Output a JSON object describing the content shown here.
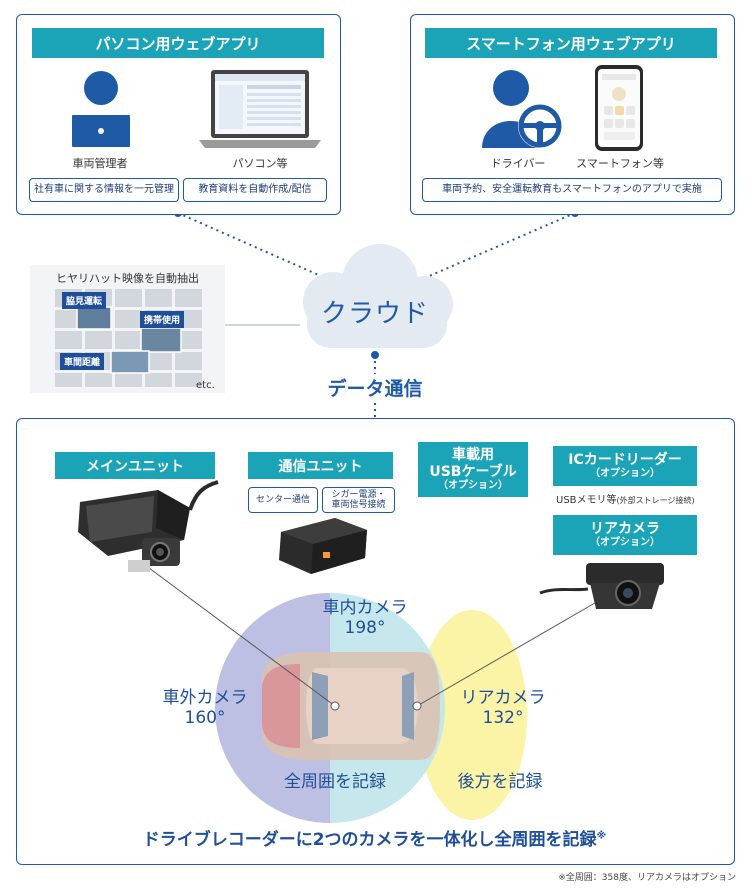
{
  "pc_app": {
    "title": "パソコン用ウェブアプリ",
    "manager_label": "車両管理者",
    "device_label": "パソコン等",
    "feature1": "社有車に関する情報を一元管理",
    "feature2": "教育資料を自動作成/配信"
  },
  "sp_app": {
    "title": "スマートフォン用ウェブアプリ",
    "driver_label": "ドライバー",
    "device_label": "スマートフォン等",
    "feature": "車両予約、安全運転教育もスマートフォンのアプリで実施"
  },
  "hiyari": {
    "title": "ヒヤリハット映像を自動抽出",
    "tag1": "脇見運転",
    "tag2": "携帯使用",
    "tag3": "車間距離",
    "etc": "etc."
  },
  "cloud": {
    "label": "クラウド",
    "data_comm": "データ通信"
  },
  "units": {
    "main_unit": "メインユニット",
    "comm_unit": "通信ユニット",
    "center_comm": "センター通信",
    "cigar_line1": "シガー電源・",
    "cigar_line2": "車両信号接続",
    "usb_line1": "車載用",
    "usb_line2": "USBケーブル",
    "usb_option": "（オプション）",
    "ic_reader": "ICカードリーダー",
    "ic_option": "（オプション）",
    "usb_memory": "USBメモリ等",
    "usb_memory_note": "(外部ストレージ接続)",
    "rear_camera": "リアカメラ",
    "rear_option": "（オプション）"
  },
  "cameras": {
    "inside_label": "車内カメラ",
    "inside_angle": "198°",
    "outside_label": "車外カメラ",
    "outside_angle": "160°",
    "rear_label": "リアカメラ",
    "rear_angle": "132°",
    "record_all": "全周囲を記録",
    "record_rear": "後方を記録"
  },
  "headline": "ドライブレコーダーに2つのカメラを一体化し全周囲を記録",
  "headline_mark": "※",
  "footnote": "※全周囲：358度、リアカメラはオプション",
  "colors": {
    "teal": "#1ba3b8",
    "navy": "#1f5aa6",
    "text_navy": "#1e3c78",
    "outside_fan": "#b9bde0",
    "inside_fan": "#c3e6ea",
    "rear_fan": "#fbf3a6"
  }
}
